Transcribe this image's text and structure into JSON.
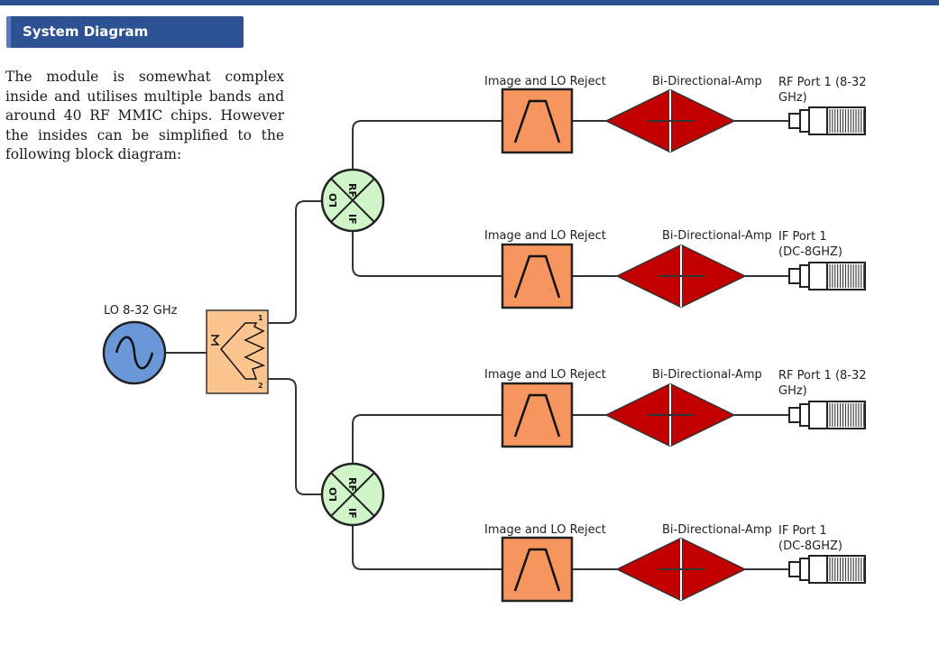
{
  "section": {
    "title": "System Diagram",
    "intro": "The module is somewhat complex inside and utilises multiple bands and around 40 RF MMIC chips.  However the insides can be simplified to the following block diagram:"
  },
  "diagram": {
    "lo_source_label": "LO 8-32 GHz",
    "splitter": {
      "port1": "1",
      "port2": "2"
    },
    "mixer_ports": {
      "rf": "RF",
      "lo": "LO",
      "if": "IF"
    },
    "chains": [
      {
        "filter_label": "Image and LO Reject",
        "amp_label": "Bi-Directional-Amp",
        "port_line1": "RF Port 1 (8-32",
        "port_line2": "GHz)"
      },
      {
        "filter_label": "Image and LO Reject",
        "amp_label": "Bi-Directional-Amp",
        "port_line1": "IF Port 1",
        "port_line2": "(DC-8GHZ)"
      },
      {
        "filter_label": "Image and LO Reject",
        "amp_label": "Bi-Directional-Amp",
        "port_line1": "RF Port 1 (8-32",
        "port_line2": "GHz)"
      },
      {
        "filter_label": "Image and LO Reject",
        "amp_label": "Bi-Directional-Amp",
        "port_line1": "IF Port 1",
        "port_line2": "(DC-8GHZ)"
      }
    ],
    "colors": {
      "header": "#2d5294",
      "lo_source": "#6a97d8",
      "splitter": "#fcc590",
      "mixer": "#cff5c8",
      "filter": "#f7955f",
      "amp": "#c30000"
    }
  }
}
